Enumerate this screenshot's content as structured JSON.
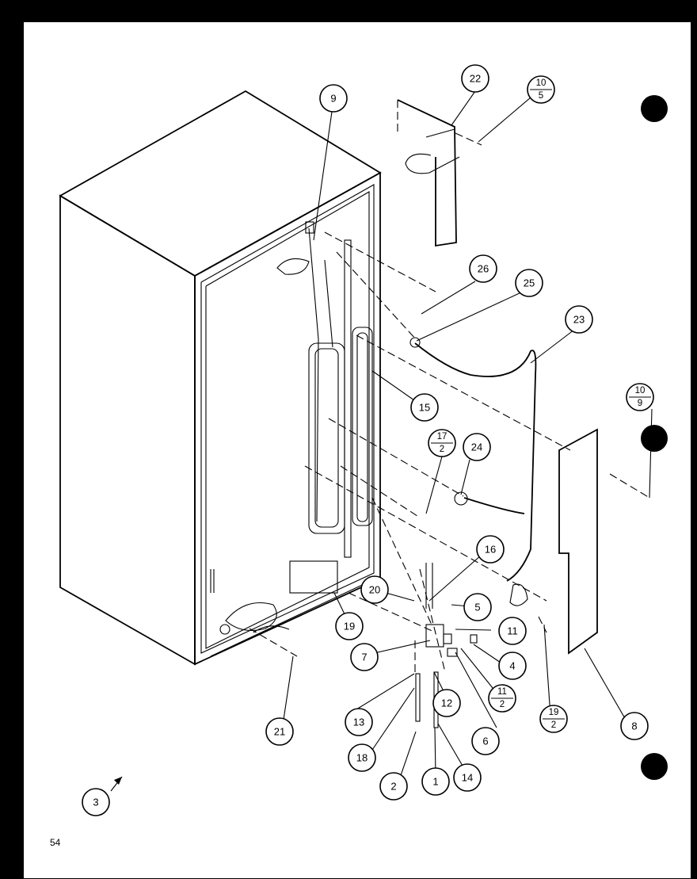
{
  "page_number": "54",
  "colors": {
    "background": "#000000",
    "sheet": "#ffffff",
    "ink": "#000000"
  },
  "callouts": {
    "c1": "1",
    "c2": "2",
    "c3": "3",
    "c4": "4",
    "c5": "5",
    "c6": "6",
    "c7": "7",
    "c8": "8",
    "c9": "9",
    "c11": "11",
    "c12": "12",
    "c13": "13",
    "c14": "14",
    "c15": "15",
    "c16": "16",
    "c18": "18",
    "c19": "19",
    "c20": "20",
    "c21": "21",
    "c22": "22",
    "c23": "23",
    "c24": "24",
    "c25": "25",
    "c26": "26"
  },
  "fraction_callouts": {
    "f10_5": {
      "top": "10",
      "bottom": "5"
    },
    "f10_9": {
      "top": "10",
      "bottom": "9"
    },
    "f17_2": {
      "top": "17",
      "bottom": "2"
    },
    "f11_2": {
      "top": "11",
      "bottom": "2"
    },
    "f19_2": {
      "top": "19",
      "bottom": "2"
    }
  },
  "icons": [
    "binder-hole-icon",
    "arrow-icon"
  ]
}
